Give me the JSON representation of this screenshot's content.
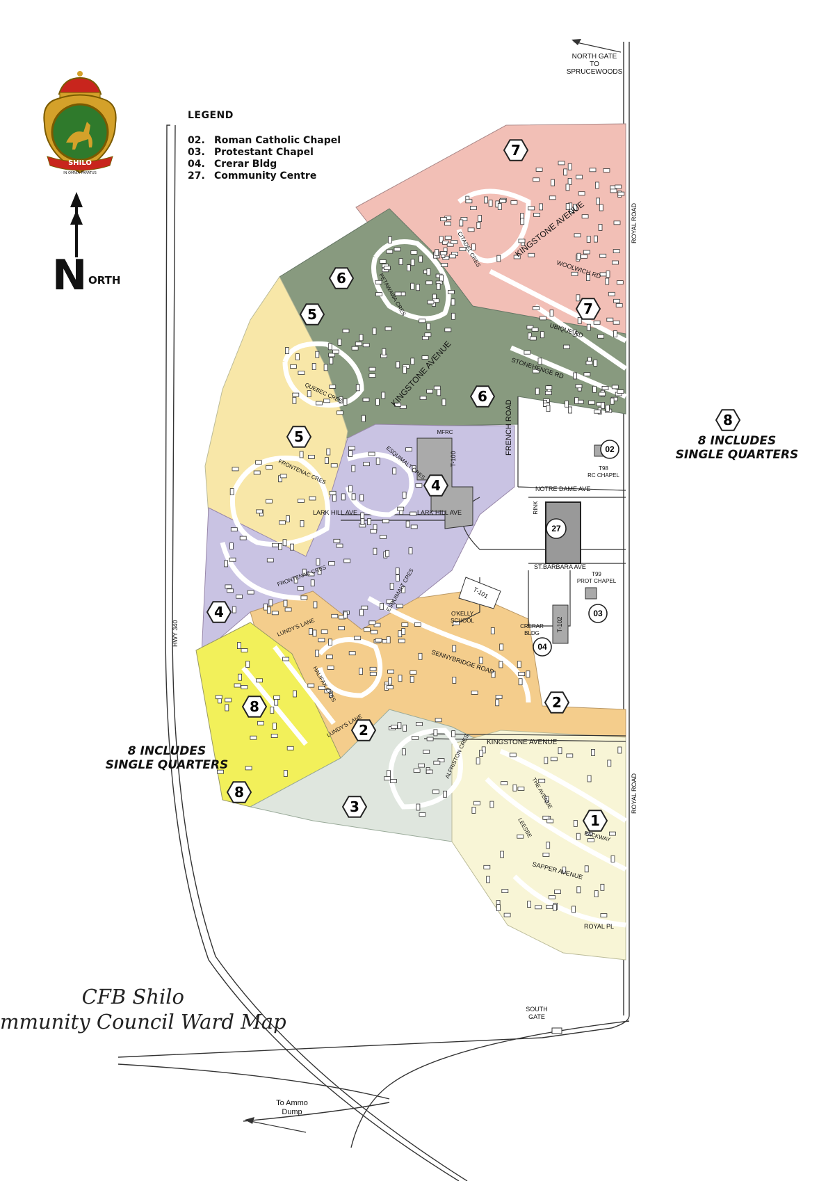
{
  "legend": {
    "title": "LEGEND",
    "items": [
      {
        "num": "02.",
        "label": "Roman Catholic Chapel"
      },
      {
        "num": "03.",
        "label": "Protestant Chapel"
      },
      {
        "num": "04.",
        "label": "Crerar Bldg"
      },
      {
        "num": "27.",
        "label": "Community Centre"
      }
    ]
  },
  "north": {
    "letter": "N",
    "rest": "ORTH"
  },
  "logo": {
    "banner": "SHILO",
    "motto": "IN OMNIA PARATUS"
  },
  "title": {
    "line1": "CFB Shilo",
    "line2": "mmunity Council Ward Map"
  },
  "single_quarters_right": {
    "line1": "8 INCLUDES",
    "line2": "SINGLE QUARTERS"
  },
  "single_quarters_left": {
    "line1": "8 INCLUDES",
    "line2": "SINGLE QUARTERS"
  },
  "gates": {
    "north": [
      "NORTH GATE",
      "TO",
      "SPRUCEWOODS"
    ],
    "south": [
      "SOUTH",
      "GATE"
    ],
    "ammo": [
      "To Ammo",
      "Dump"
    ]
  },
  "roads": {
    "hwy": "HWY 340",
    "royal_road_n": "ROYAL ROAD",
    "royal_road_s": "ROYAL ROAD",
    "french_road": "FRENCH ROAD",
    "kingstone_upper": "KINGSTONE AVENUE",
    "kingstone_mid": "KINGSTONE AVENUE",
    "kingstone_lower": "KINGSTONE AVENUE",
    "woolwich": "WOOLWICH RD",
    "ubique": "UBIQUE RD",
    "stonehenge": "STONEHENGE RD",
    "citadel": "CITADEL CRES",
    "petawawa": "PETAWAWA CRES",
    "quebec": "QUEBEC CRES",
    "frontenac_n": "FRONTENAC CRES",
    "frontenac_s": "FRONTENAC CRES",
    "esquimalt_n": "ESQUIMALT CRES",
    "esquimalt_s": "ESQUIMALT CRES",
    "lark_hill_w": "LARK HILL AVE",
    "lark_hill_e": "LARK HILL AVE",
    "notre_dame": "NOTRE DAME AVE",
    "st_barbara": "ST.BARBARA AVE",
    "lundys_lane": "LUNDY'S LANE",
    "lundys_lower": "LUNDY'S LANE",
    "halifax": "HALIFAX CRES",
    "sennybridge": "SENNYBRIDGE ROAD",
    "alfriston": "ALFRISTON CRES",
    "the_avenue": "THE AVENUE",
    "leesbe": "LEESBE",
    "packway": "PACKWAY",
    "sapper": "SAPPER AVENUE",
    "royal_pl": "ROYAL PL"
  },
  "buildings": {
    "mfrc": "MFRC",
    "t100": "T-100",
    "t101": "T-101",
    "t102": "T-102",
    "rink": "RINK",
    "t98": [
      "T98",
      "RC CHAPEL"
    ],
    "t99": [
      "T99",
      "PROT CHAPEL"
    ],
    "okelly": [
      "O'KELLY",
      "SCHOOL"
    ],
    "crerar": [
      "CRERAR",
      "BLDG"
    ],
    "c02": "02",
    "c03": "03",
    "c04": "04",
    "c27": "27"
  },
  "wards": [
    "1",
    "2",
    "2",
    "3",
    "4",
    "4",
    "5",
    "5",
    "6",
    "6",
    "7",
    "7",
    "8",
    "8",
    "8"
  ],
  "colors": {
    "ward1": "#f8f5d6",
    "ward2": "#f4cd8c",
    "ward3": "#dfe6de",
    "ward4": "#c9c3e3",
    "ward5": "#f8e7a8",
    "ward6": "#889a7f",
    "ward7": "#f2bfb6",
    "ward8": "#f2f05a",
    "road": "#ffffff",
    "outline": "#333333"
  }
}
